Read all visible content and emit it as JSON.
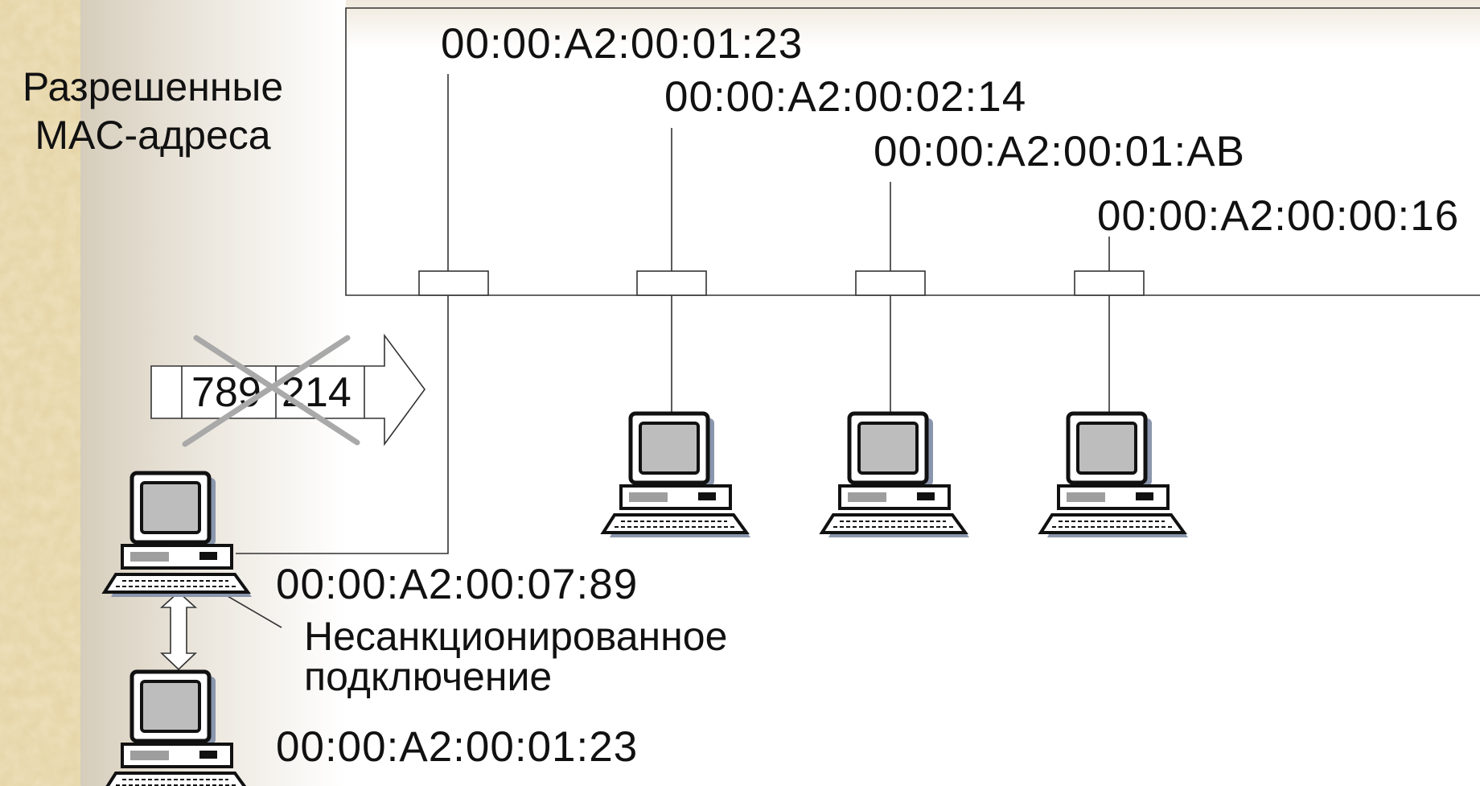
{
  "title": {
    "line1": "Разрешенные",
    "line2": "MAC-адреса"
  },
  "allowed_macs": [
    "00:00:A2:00:01:23",
    "00:00:A2:00:02:14",
    "00:00:A2:00:01:AB",
    "00:00:A2:00:00:16"
  ],
  "intruder": {
    "mac": "00:00:A2:00:07:89",
    "label_line1": "Несанкционированное",
    "label_line2": "подключение"
  },
  "spoofed_host": {
    "mac": "00:00:A2:00:01:23"
  },
  "frame": {
    "field1": "789",
    "field2": "214"
  },
  "colors": {
    "background_texture": "#e9d9b0",
    "line": "#333333",
    "cross": "#a9a9a9",
    "monitor_screen": "#bdbdbd",
    "computer_shadow": "#8a96ad"
  }
}
